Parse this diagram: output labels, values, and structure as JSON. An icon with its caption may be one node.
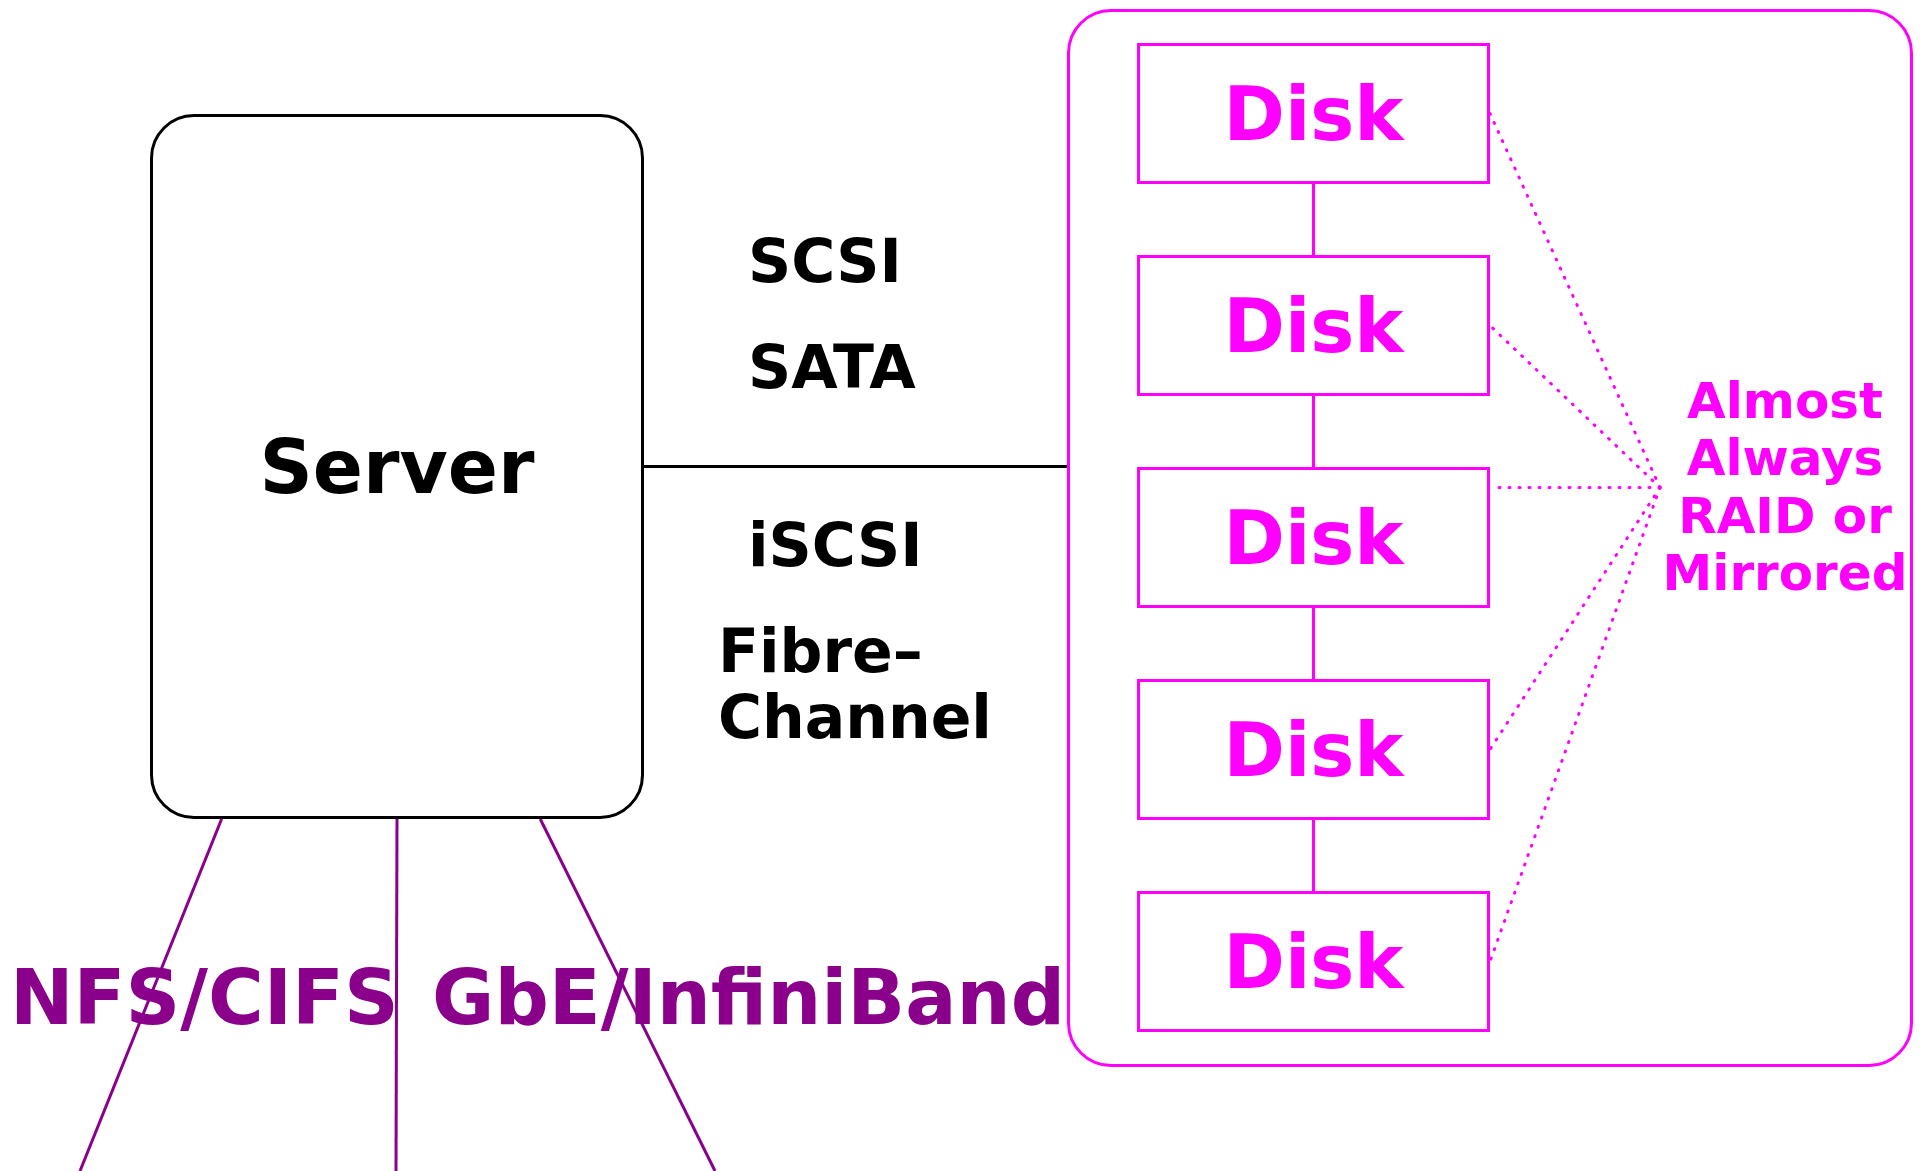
{
  "diagram": {
    "nodes": [
      {
        "text": [
          "Server"
        ]
      },
      {
        "text": [],
        "shape": "box"
      },
      {
        "text": [
          "Disk"
        ],
        "in": 1
      },
      {
        "text": [
          "Disk"
        ],
        "in": 1
      },
      {
        "text": [
          "Disk"
        ],
        "in": 1
      },
      {
        "text": [
          "Disk"
        ],
        "in": 1
      },
      {
        "text": [
          "Disk"
        ],
        "in": 1
      },
      {
        "text": [
          "Almost Always RAID or Mirrored"
        ],
        "in": 1
      }
    ],
    "edges": [
      {
        "from": 0,
        "to": 1,
        "arrow": "none",
        "color": "#000000"
      },
      {
        "from": 2,
        "to": 3,
        "arrow": "none"
      },
      {
        "from": 3,
        "to": 4,
        "arrow": "none"
      },
      {
        "from": 4,
        "to": 5,
        "arrow": "none"
      },
      {
        "from": 5,
        "to": 6,
        "arrow": "none"
      },
      {
        "from": 7,
        "to": 2,
        "arrow": "none",
        "style": "dashed"
      },
      {
        "from": 7,
        "to": 3,
        "arrow": "none",
        "style": "dashed"
      },
      {
        "from": 7,
        "to": 4,
        "arrow": "none",
        "style": "dashed"
      },
      {
        "from": 7,
        "to": 5,
        "arrow": "none",
        "style": "dashed"
      },
      {
        "from": 7,
        "to": 6,
        "arrow": "none",
        "style": "dashed"
      },
      {
        "from": 0,
        "to": null,
        "arrow": "none",
        "color": "#8b008b"
      },
      {
        "from": 0,
        "to": null,
        "arrow": "none",
        "color": "#8b008b"
      },
      {
        "from": 0,
        "to": null,
        "arrow": "none",
        "color": "#8b008b"
      }
    ],
    "labels": [
      "SCSI",
      "SATA",
      "iSCSI",
      "Fibre– Channel",
      "NFS/CIFS",
      "GbE/InfiniBand"
    ]
  }
}
